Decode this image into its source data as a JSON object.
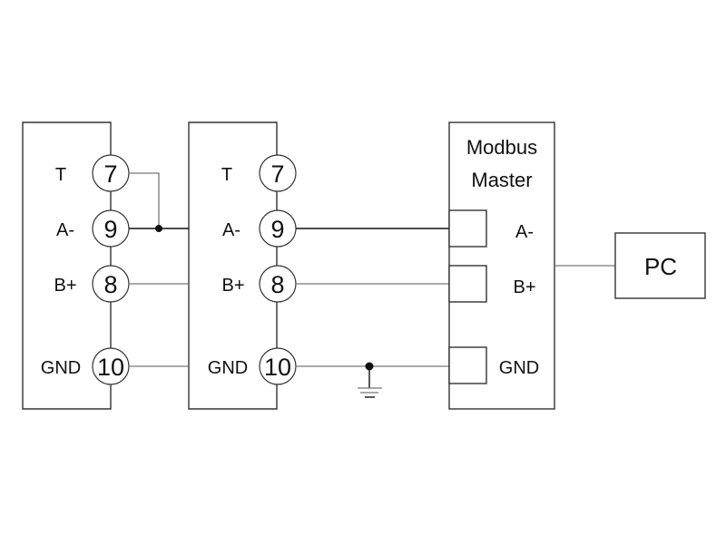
{
  "diagram": {
    "title": "Modbus RS-485 wiring",
    "devices": [
      {
        "id": "device-1",
        "terminals": [
          {
            "label": "T",
            "pin": "7"
          },
          {
            "label": "A-",
            "pin": "9"
          },
          {
            "label": "B+",
            "pin": "8"
          },
          {
            "label": "GND",
            "pin": "10"
          }
        ]
      },
      {
        "id": "device-2",
        "terminals": [
          {
            "label": "T",
            "pin": "7"
          },
          {
            "label": "A-",
            "pin": "9"
          },
          {
            "label": "B+",
            "pin": "8"
          },
          {
            "label": "GND",
            "pin": "10"
          }
        ]
      }
    ],
    "master": {
      "title_line1": "Modbus",
      "title_line2": "Master",
      "terminals": [
        {
          "label": "A-"
        },
        {
          "label": "B+"
        },
        {
          "label": "GND"
        }
      ]
    },
    "pc": {
      "label": "PC"
    },
    "connections": [
      "device-1 T(7) jumpered to device-1 A-(9)",
      "device-1 A-(9) -> device-2 A-(9)",
      "device-1 B+(8) -> device-2 B+(8)",
      "device-1 GND(10) -> device-2 GND(10)",
      "device-2 A-(9) -> master A-",
      "device-2 B+(8) -> master B+",
      "device-2 GND(10) -> earth ground -> master GND",
      "master -> PC"
    ]
  }
}
